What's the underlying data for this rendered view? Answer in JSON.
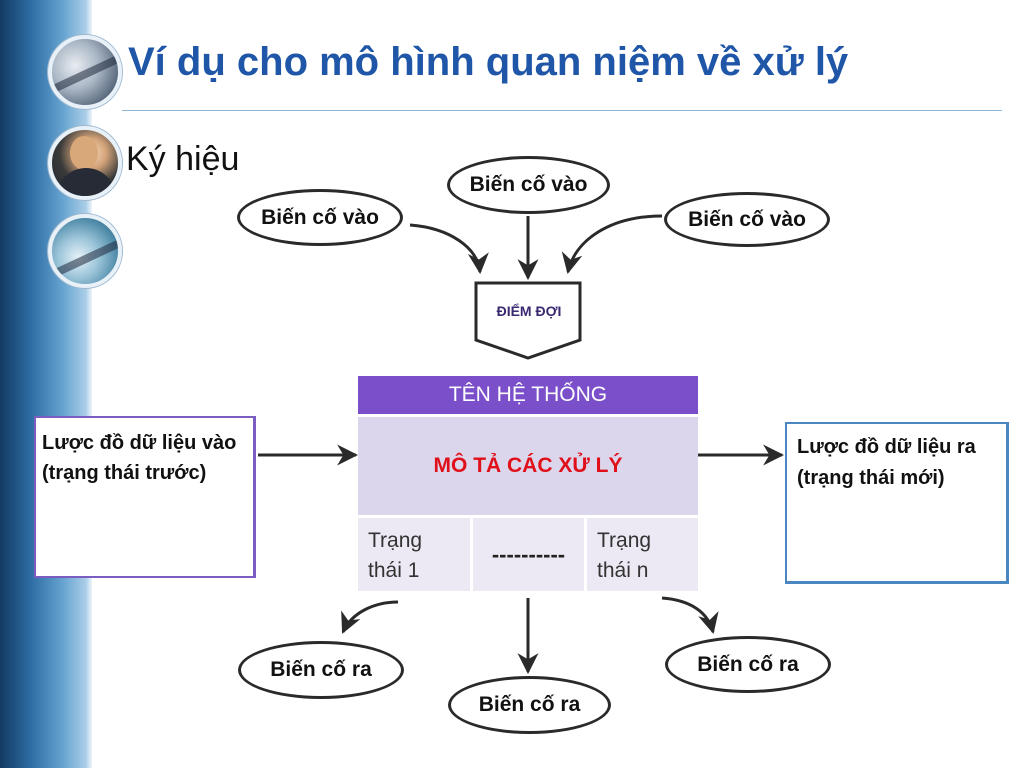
{
  "slide": {
    "title": "Ví dụ cho mô hình quan niệm về xử lý",
    "subtitle": "Ký hiệu"
  },
  "diagram": {
    "input_events": [
      "Biến cố vào",
      "Biến cố vào",
      "Biến cố vào"
    ],
    "wait_point": "ĐIỂM ĐỢI",
    "system": {
      "name": "TÊN HỆ THỐNG",
      "description": "MÔ TẢ CÁC XỬ LÝ",
      "states": [
        "Trạng thái 1",
        "----------",
        "Trạng thái n"
      ]
    },
    "input_schema": "Lược đồ dữ liệu vào (trạng thái trước)",
    "output_schema": "Lược đồ dữ liệu ra (trạng thái mới)",
    "output_events": [
      "Biến cố ra",
      "Biến cố ra",
      "Biến cố ra"
    ]
  },
  "colors": {
    "title": "#1f56a8",
    "system_header": "#7a4fc9",
    "system_body": "#dcd6ec",
    "description_text": "#e0101a",
    "input_box_border": "#7b5cc0",
    "output_box_border": "#4a86c0"
  }
}
